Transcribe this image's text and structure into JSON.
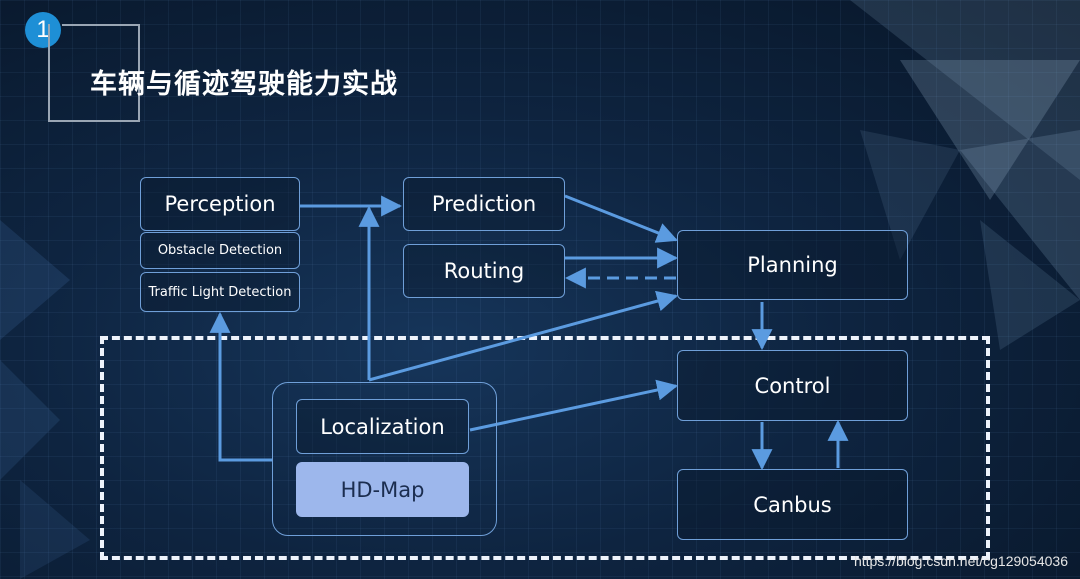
{
  "header": {
    "badge_number": "1",
    "title": "车辆与循迹驾驶能力实战"
  },
  "nodes": {
    "perception": "Perception",
    "obstacle_detection": "Obstacle Detection",
    "traffic_light_detection": "Traffic Light Detection",
    "prediction": "Prediction",
    "routing": "Routing",
    "planning": "Planning",
    "control": "Control",
    "localization": "Localization",
    "hd_map": "HD-Map",
    "canbus": "Canbus"
  },
  "watermark": "https://blog.csdn.net/cg129054036",
  "colors": {
    "node_border": "#6f9fd8",
    "arrow": "#5b9be0",
    "hd_map_fill": "#9db7ec",
    "badge": "#1e8fd6",
    "dashed_frame": "#eef3fb"
  }
}
